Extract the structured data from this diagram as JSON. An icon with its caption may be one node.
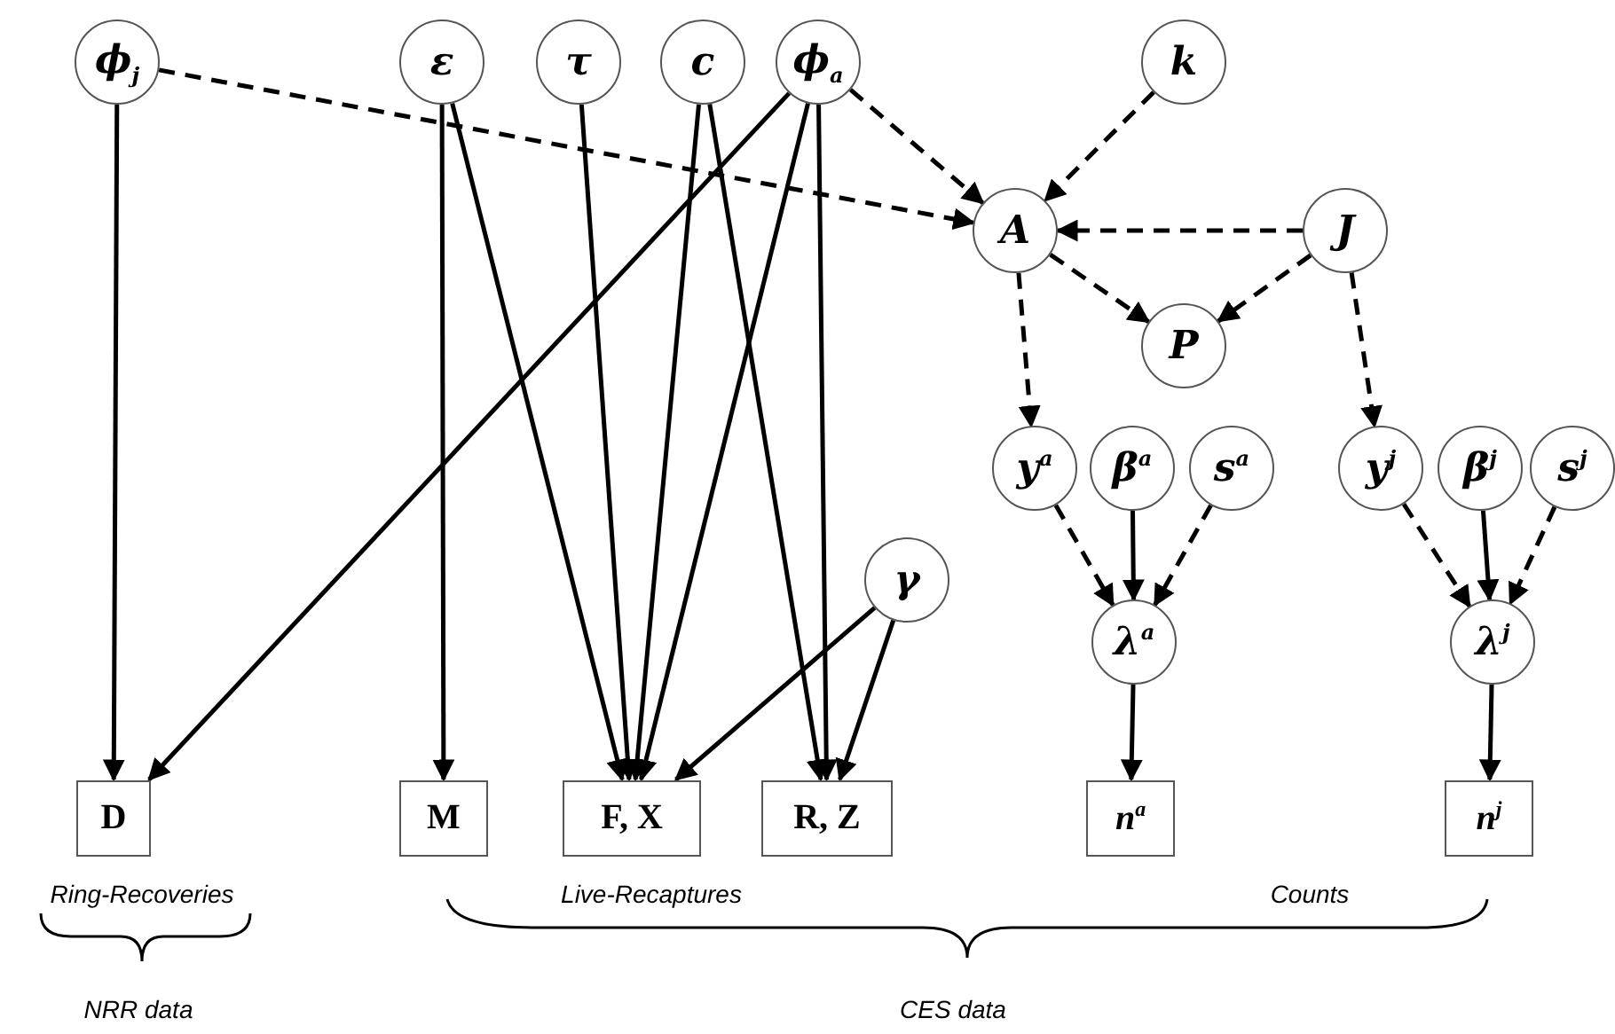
{
  "diagram": {
    "nodes": [
      {
        "text": [
          "ϕ$_{j}$"
        ]
      },
      {
        "text": [
          "ε"
        ]
      },
      {
        "text": [
          "τ"
        ]
      },
      {
        "text": [
          "c"
        ]
      },
      {
        "text": [
          "ϕ$_{a}$"
        ]
      },
      {
        "text": [
          "k"
        ]
      },
      {
        "text": [
          "A"
        ]
      },
      {
        "text": [
          "J"
        ]
      },
      {
        "text": [
          "P"
        ]
      },
      {
        "text": [
          "y$^{a}$"
        ]
      },
      {
        "text": [
          "β$^{a}$"
        ]
      },
      {
        "text": [
          "s$^{a}$"
        ]
      },
      {
        "text": [
          "y$^{j}$"
        ]
      },
      {
        "text": [
          "β$^{j}$"
        ]
      },
      {
        "text": [
          "s$^{j}$"
        ]
      },
      {
        "text": [
          "γ"
        ]
      },
      {
        "text": [
          "λ$^{a}$"
        ]
      },
      {
        "text": [
          "λ$^{j}$"
        ]
      },
      {
        "text": [
          "D"
        ]
      },
      {
        "text": [
          "M"
        ]
      },
      {
        "text": [
          "F, X"
        ]
      },
      {
        "text": [
          "R, Z"
        ]
      },
      {
        "text": [
          "n$^{a}$"
        ]
      },
      {
        "text": [
          "n$^{j}$"
        ]
      }
    ],
    "edges": [
      {
        "from": 0,
        "to": 18,
        "arrow": "to"
      },
      {
        "from": 0,
        "to": 6,
        "arrow": "to",
        "style": "dashed"
      },
      {
        "from": 1,
        "to": 19,
        "arrow": "to"
      },
      {
        "from": 1,
        "to": 20,
        "arrow": "to"
      },
      {
        "from": 2,
        "to": 20,
        "arrow": "to"
      },
      {
        "from": 3,
        "to": 20,
        "arrow": "to"
      },
      {
        "from": 3,
        "to": 21,
        "arrow": "to"
      },
      {
        "from": 4,
        "to": 18,
        "arrow": "to"
      },
      {
        "from": 4,
        "to": 20,
        "arrow": "to"
      },
      {
        "from": 4,
        "to": 21,
        "arrow": "to"
      },
      {
        "from": 4,
        "to": 6,
        "arrow": "to",
        "style": "dashed"
      },
      {
        "from": 5,
        "to": 6,
        "arrow": "to",
        "style": "dashed"
      },
      {
        "from": 7,
        "to": 6,
        "arrow": "to",
        "style": "dashed"
      },
      {
        "from": 6,
        "to": 8,
        "arrow": "to",
        "style": "dashed"
      },
      {
        "from": 7,
        "to": 8,
        "arrow": "to",
        "style": "dashed"
      },
      {
        "from": 6,
        "to": 9,
        "arrow": "to",
        "style": "dashed"
      },
      {
        "from": 7,
        "to": 12,
        "arrow": "to",
        "style": "dashed"
      },
      {
        "from": 9,
        "to": 16,
        "arrow": "to",
        "style": "dashed"
      },
      {
        "from": 10,
        "to": 16,
        "arrow": "to"
      },
      {
        "from": 11,
        "to": 16,
        "arrow": "to",
        "style": "dashed"
      },
      {
        "from": 12,
        "to": 17,
        "arrow": "to",
        "style": "dashed"
      },
      {
        "from": 13,
        "to": 17,
        "arrow": "to"
      },
      {
        "from": 14,
        "to": 17,
        "arrow": "to",
        "style": "dashed"
      },
      {
        "from": 16,
        "to": 22,
        "arrow": "to"
      },
      {
        "from": 17,
        "to": 23,
        "arrow": "to"
      },
      {
        "from": 15,
        "to": 20,
        "arrow": "to"
      },
      {
        "from": 15,
        "to": 21,
        "arrow": "to"
      }
    ],
    "labels": [
      "Ring-Recoveries",
      "Live-Recaptures",
      "Counts",
      "NRR data",
      "CES data"
    ]
  }
}
